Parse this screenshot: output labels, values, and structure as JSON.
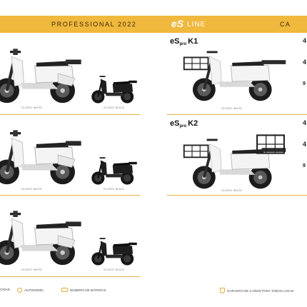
{
  "banner": {
    "title": "PROFESSIONAL 2022",
    "logo": "eS",
    "logo_suffix": "LINE",
    "right_title": "CA"
  },
  "left_rows": [
    {
      "big_label": "GLOSSY WHITE",
      "small_label": "GLOSSY BLACK"
    },
    {
      "big_label": "GLOSSY WHITE",
      "small_label": "GLOSSY BLACK"
    },
    {
      "big_label": "GLOSSY WHITE",
      "small_label": "GLOSSY BLACK"
    }
  ],
  "models": [
    {
      "prefix": "eS",
      "pro": "pro",
      "name": "K1",
      "color_label": "GLOSSY WHITE",
      "spec_top": "4",
      "spec_mid": "4",
      "spec_bot": "9"
    },
    {
      "prefix": "eS",
      "pro": "pro",
      "name": "K2",
      "color_label": "GLOSSY WHITE",
      "spec_top": "4",
      "spec_mid": "4",
      "spec_bot": "9"
    }
  ],
  "legend": {
    "speed": "CIDAD",
    "autonomy": "AUTONOMÍA",
    "batteries": "NÚMERO DE BATERÍAS",
    "warranty": "GARANTÍA DE 3 AÑOS PARA TODOS LOS M"
  },
  "colors": {
    "accent": "#f0b83c",
    "scooter_white": "#f4f4f4",
    "scooter_black": "#1b1b1b"
  }
}
